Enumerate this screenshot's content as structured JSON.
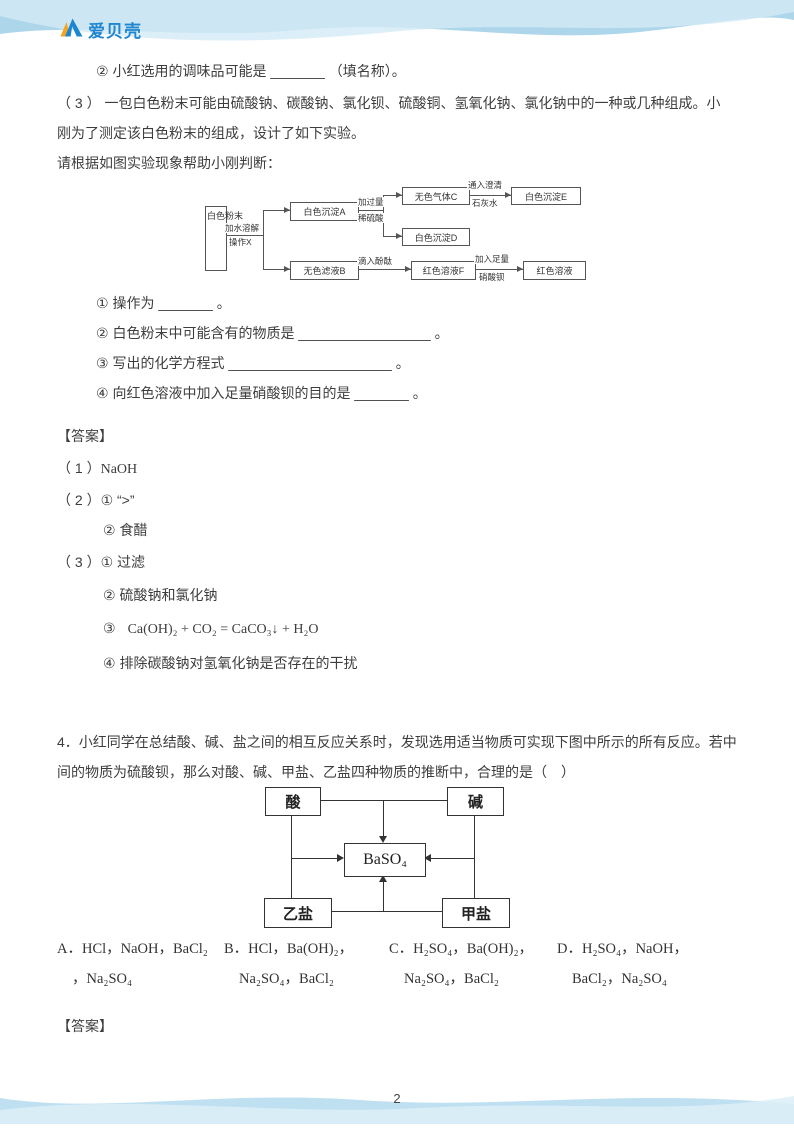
{
  "theme": {
    "brand_blue": "#1f86cf",
    "brand_orange": "#f6a41e",
    "wave_blue": "#aed6eb",
    "wave_light_blue": "#d3eaf6"
  },
  "header": {
    "brand": "爱贝壳"
  },
  "body": {
    "q2_line": "② 小红选用的调味品可能是 _______ （填名称）。",
    "q3_line1": "（ 3 ） 一包白色粉末可能由硫酸钠、碳酸钠、氯化钡、硫酸铜、氢氧化钠、氯化钠中的一种或几种组成。小",
    "q3_line2": "刚为了测定该白色粉末的组成，设计了如下实验。",
    "q3_hint": "请根据如图实验现象帮助小刚判断：",
    "sub1": "① 操作为 _______ 。",
    "sub2": "② 白色粉末中可能含有的物质是 _________________ 。",
    "sub3": "③ 写出的化学方程式 _____________________ 。",
    "sub4": "④ 向红色溶液中加入足量硝酸钡的目的是 _______ 。",
    "answer_label": "【答案】",
    "ans_1_prefix": "（ 1 ）",
    "ans_1_formula": "NaOH",
    "ans_2a": "（ 2 ）① “>”",
    "ans_2b": "② 食醋",
    "ans_3a": "（ 3 ）① 过滤",
    "ans_3b": "② 硫酸钠和氯化钠",
    "ans_3c_num": "③",
    "ans_3c_formula": "Ca(OH)₂ + CO₂ = CaCO₃↓ + H₂O",
    "ans_3d": "④ 排除碳酸钠对氢氧化钠是否存在的干扰"
  },
  "flowchart": {
    "powder": "白色粉末",
    "dissolve_label_1": "加水溶解",
    "dissolve_label_2": "操作X",
    "precip_a": "白色沉淀A",
    "acid_label_1": "加过量",
    "acid_label_2": "稀硫酸",
    "gas_c": "无色气体C",
    "lime_label_1": "通入澄清",
    "lime_label_2": "石灰水",
    "precip_e": "白色沉淀E",
    "precip_d": "白色沉淀D",
    "filtrate_b": "无色滤液B",
    "phenolphthalein_label": "滴入酚酞",
    "red_f": "红色溶液F",
    "barium_label_1": "加入足量",
    "barium_label_2": "硝酸钡",
    "red_final": "红色溶液"
  },
  "q4": {
    "stem_line1": "4．小红同学在总结酸、碱、盐之间的相互反应关系时，发现选用适当物质可实现下图中所示的所有反应。若中",
    "stem_line2": "间的物质为硫酸钡，那么对酸、碱、甲盐、乙盐四种物质的推断中，合理的是（　）",
    "diagram": {
      "acid": "酸",
      "base": "碱",
      "center": "BaSO₄",
      "salt_b": "乙盐",
      "salt_a": "甲盐"
    },
    "options": [
      {
        "line1": "A．HCl，NaOH，BaCl₂",
        "line2": "，Na₂SO₄"
      },
      {
        "line1": "B．HCl，Ba(OH)₂，",
        "line2": "Na₂SO₄，BaCl₂"
      },
      {
        "line1": "C．H₂SO₄，Ba(OH)₂，",
        "line2": "Na₂SO₄，BaCl₂"
      },
      {
        "line1": "D．H₂SO₄，NaOH，",
        "line2": "BaCl₂，Na₂SO₄"
      }
    ],
    "answer_label": "【答案】"
  },
  "footer": {
    "page_number": "2"
  }
}
